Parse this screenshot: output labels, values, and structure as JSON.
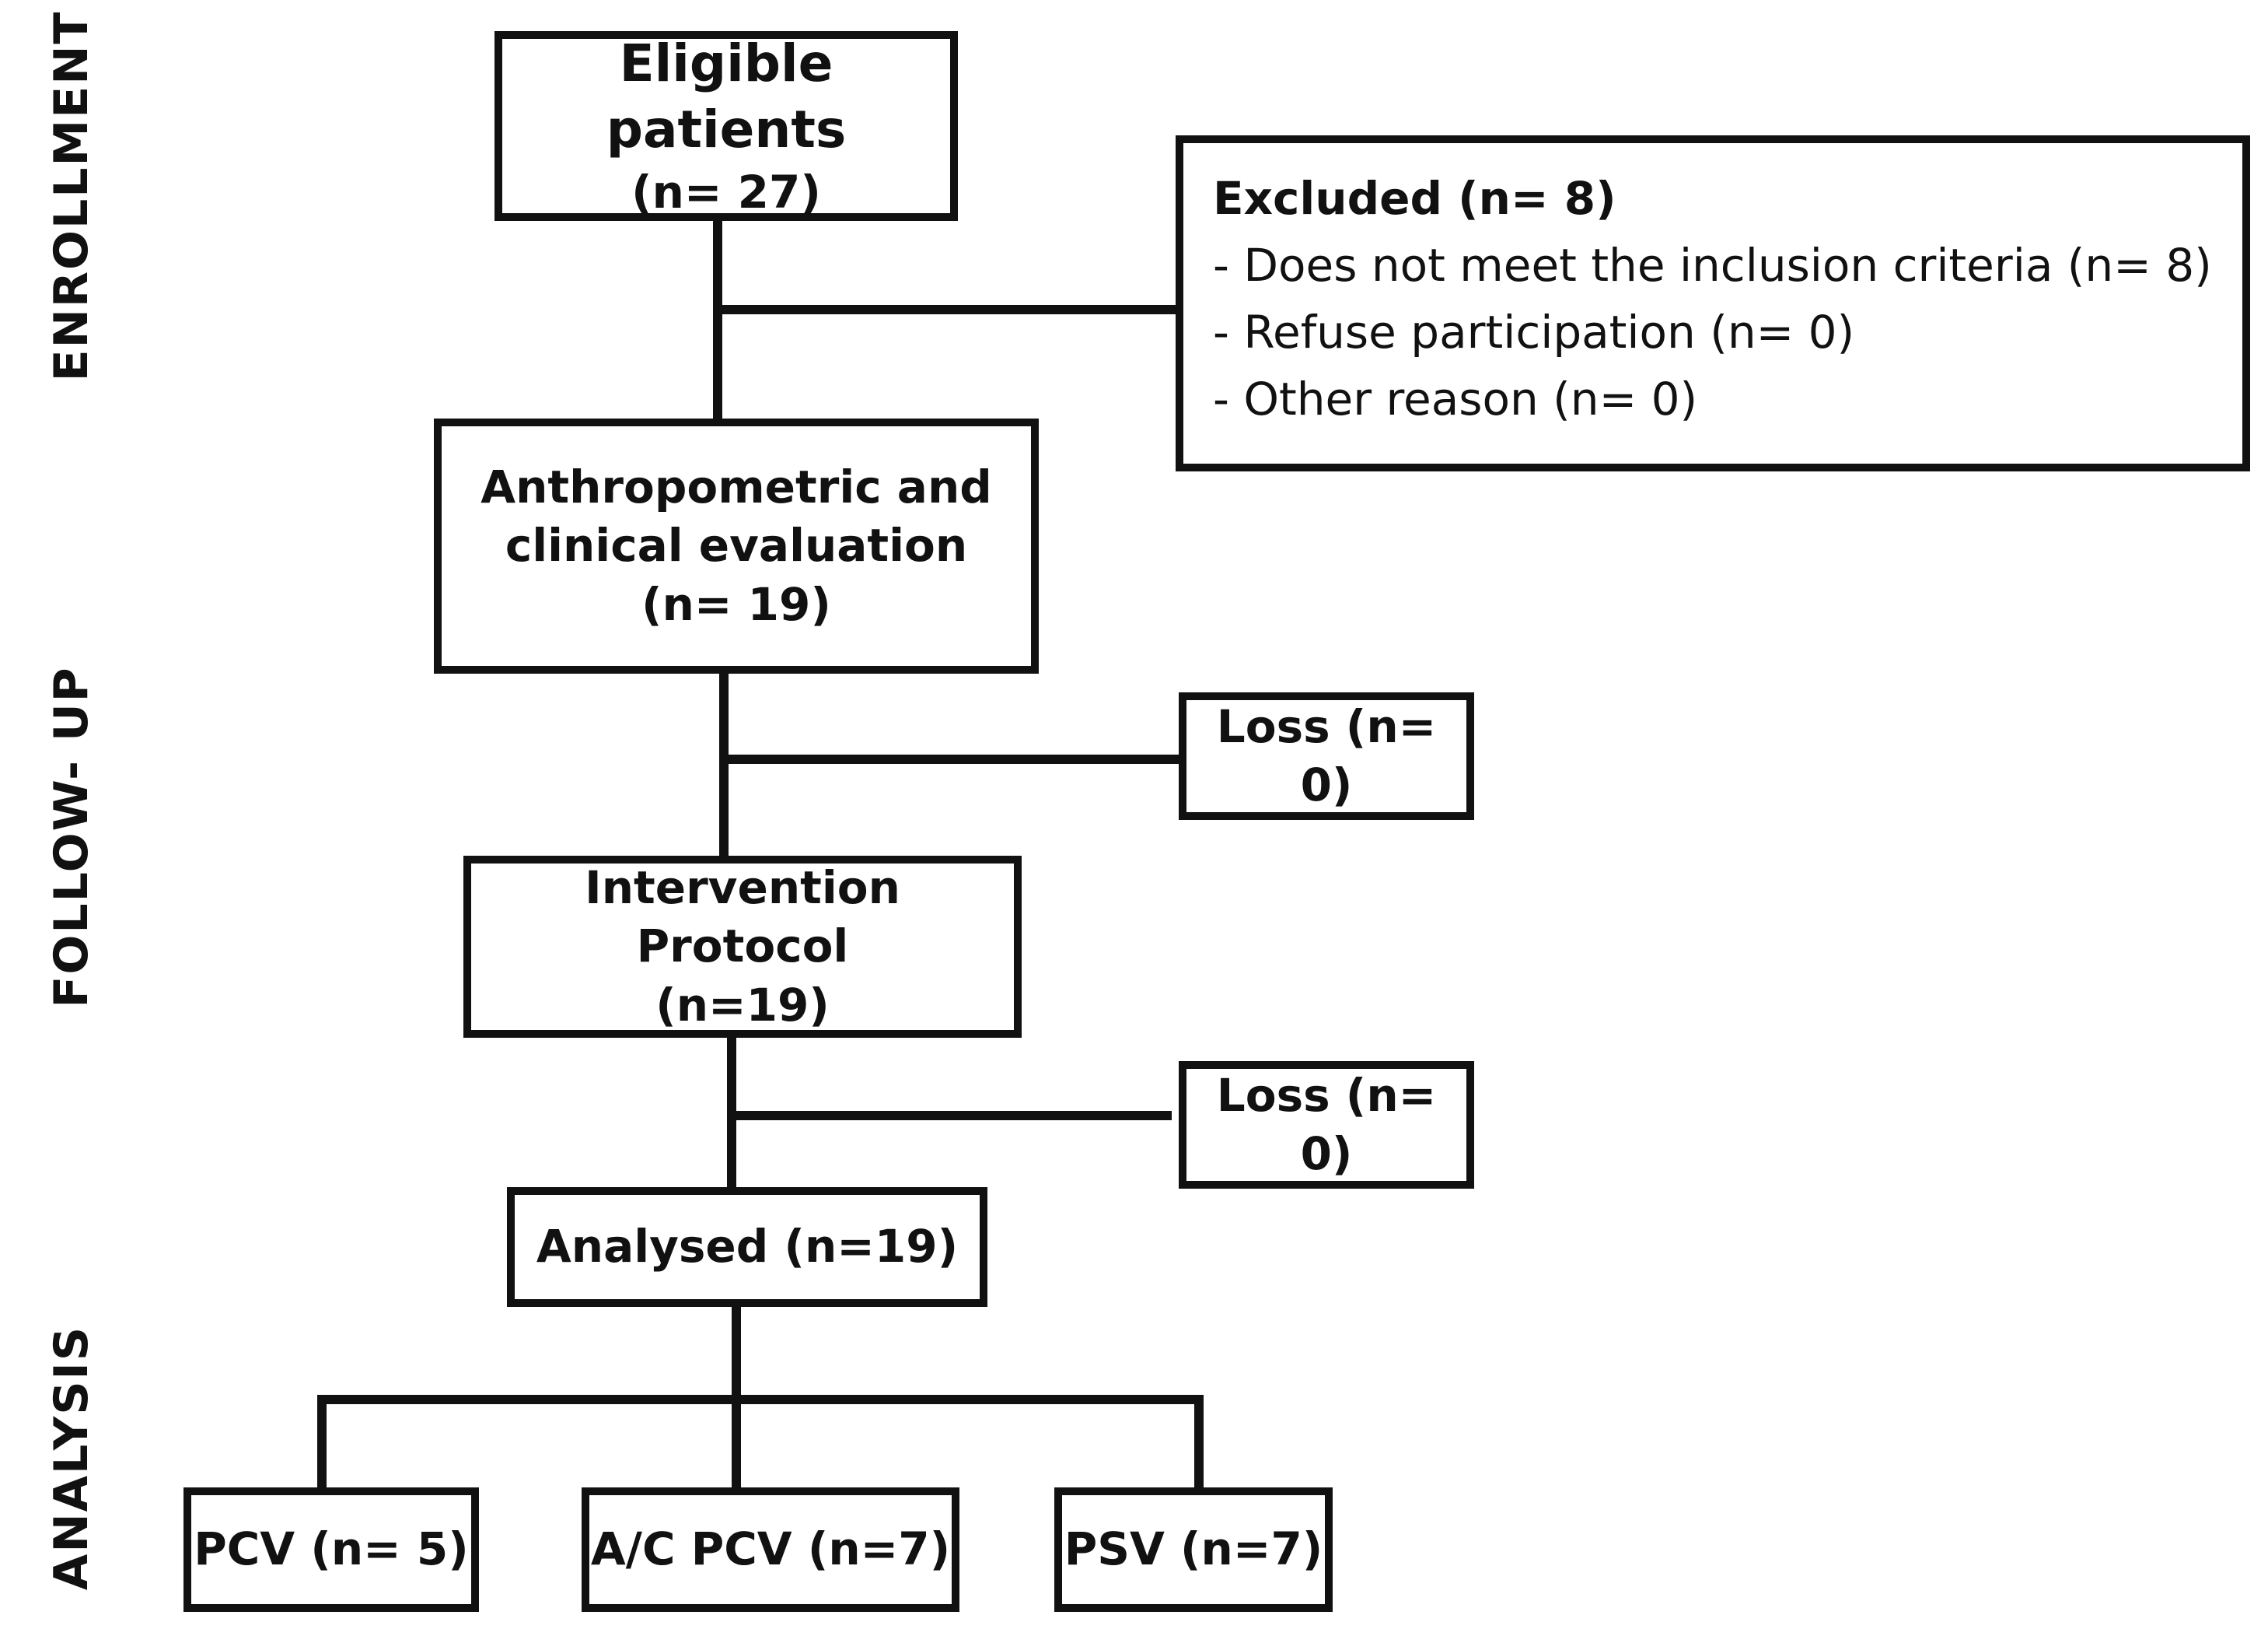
{
  "phases": {
    "enrollment": "ENROLLMENT",
    "follow_up": "FOLLOW- UP",
    "analysis": "ANALYSIS"
  },
  "eligible": {
    "title": "Eligible patients",
    "count": "(n= 27)"
  },
  "excluded": {
    "title": "Excluded (n= 8)",
    "reasons": [
      "- Does not meet the inclusion criteria (n= 8)",
      "- Refuse participation (n= 0)",
      "- Other reason (n= 0)"
    ]
  },
  "evaluation": {
    "line1": "Anthropometric and",
    "line2": "clinical evaluation",
    "count": "(n= 19)"
  },
  "loss1": {
    "label": "Loss (n= 0)"
  },
  "intervention": {
    "title": "Intervention Protocol",
    "count": "(n=19)"
  },
  "loss2": {
    "label": "Loss (n= 0)"
  },
  "analysed": {
    "label": "Analysed (n=19)"
  },
  "groups": [
    {
      "label": "PCV (n= 5)"
    },
    {
      "label": "A/C PCV (n=7)"
    },
    {
      "label": "PSV (n=7)"
    }
  ]
}
